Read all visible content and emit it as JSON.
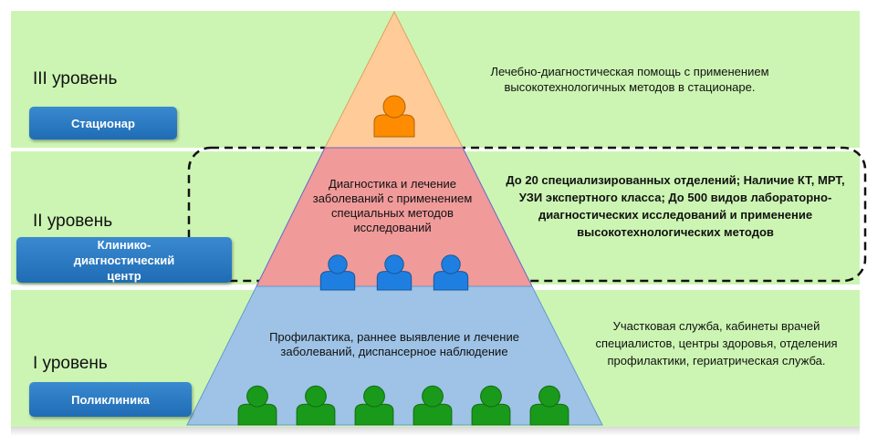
{
  "levels": [
    {
      "label": "III  уровень",
      "button": "Стационар",
      "description": "Лечебно-диагностическая помощь с применением высокотехнологичных методов в стационаре.",
      "people_count": 1,
      "person_color": "#ff8c00"
    },
    {
      "label": "II  уровень",
      "button": "Клинико-диагностический центр",
      "description": "До 20 специализированных отделений; Наличие КТ, МРТ, УЗИ экспертного класса; До 500 видов  лабораторно-диагностических исследований и применение высокотехнологических методов",
      "pyramid_text": "Диагностика и лечение заболеваний  с применением специальных методов исследований",
      "people_count": 3,
      "person_color": "#1e7fe0"
    },
    {
      "label": "I уровень",
      "button": "Поликлиника",
      "description": "Участковая служба, кабинеты врачей специалистов, центры здоровья, отделения профилактики, гериатрическая служба.",
      "pyramid_text": "Профилактика,  раннее выявление и лечение заболеваний, диспансерное наблюдение",
      "people_count": 6,
      "person_color": "#1a9a1a"
    }
  ],
  "colors": {
    "band": "#ccf5b3",
    "pyramid_top": "#ffcc99",
    "pyramid_middle": "#f09a9a",
    "pyramid_bottom": "#9ec3e6",
    "button": "#2a7cc7"
  }
}
